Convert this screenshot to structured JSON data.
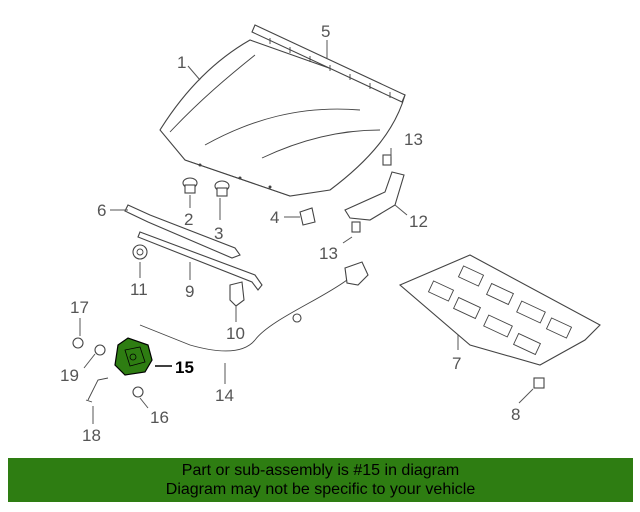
{
  "callouts": {
    "c1": "1",
    "c2": "2",
    "c3": "3",
    "c4": "4",
    "c5": "5",
    "c6": "6",
    "c7": "7",
    "c8": "8",
    "c9": "9",
    "c10": "10",
    "c11": "11",
    "c12": "12",
    "c13a": "13",
    "c13b": "13",
    "c14": "14",
    "c15": "15",
    "c16": "16",
    "c17": "17",
    "c18": "18",
    "c19": "19"
  },
  "highlight": {
    "part": "15",
    "color": "#2e7d12"
  },
  "banner": {
    "line1": "Part or sub-assembly is #15 in diagram",
    "line2": "Diagram may not be specific to your vehicle",
    "background": "#2e7d12"
  }
}
